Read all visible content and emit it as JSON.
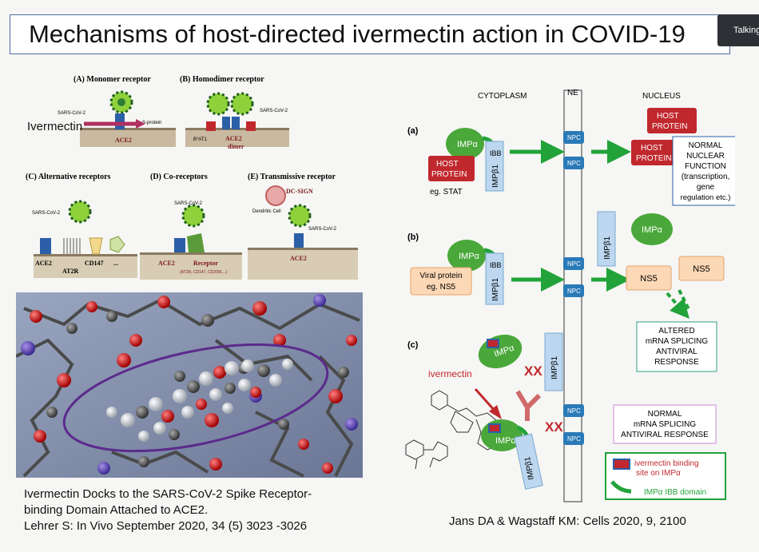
{
  "title": "Mechanisms of host-directed ivermectin action in COVID-19",
  "overlay_label": "Talking",
  "left_figure": {
    "panel_a_title": "(A)  Monomer receptor",
    "panel_b_title": "(B)  Homodimer receptor",
    "panel_c_title": "(C)  Alternative receptors",
    "panel_d_title": "(D)  Co-receptors",
    "panel_e_title": "(E)  Transmissive receptor",
    "sars_label": "SARS-CoV-2",
    "s_protein": "S-protein",
    "ivermectin_label": "Ivermectin",
    "ace2": "ACE2",
    "ace2_dimer": "dimer",
    "b0at1": "B⁰AT1",
    "at2r": "AT2R",
    "cd147": "CD147",
    "dots": "...",
    "receptor": "Receptor",
    "receptor_sub": "(AT2R, CD147, CD209L...)",
    "dc_sign": "DC-SIGN",
    "dendritic": "Dendritic Cell"
  },
  "left_caption": [
    "Ivermectin Docks to the SARS-CoV-2 Spike Receptor-",
    "binding Domain Attached to ACE2.",
    "Lehrer S: In Vivo  September 2020,  34  (5) 3023 -3026"
  ],
  "right_figure": {
    "cytoplasm": "CYTOPLASM",
    "ne": "NE",
    "nucleus": "NUCLEUS",
    "label_a": "(a)",
    "label_b": "(b)",
    "label_c": "(c)",
    "impa": "IMPα",
    "impb1": "IMPβ1",
    "ibb": "IBB",
    "npc": "NPC",
    "host_protein_1": "HOST",
    "host_protein_2": "PROTEIN",
    "eg_stat": "eg. STAT",
    "normal_nuclear": [
      "NORMAL",
      "NUCLEAR",
      "FUNCTION",
      "(transcription,",
      "gene",
      "regulation etc.)"
    ],
    "viral_protein_1": "Viral protein",
    "viral_protein_2": "eg. NS5",
    "ns5": "NS5",
    "altered": [
      "ALTERED",
      "mRNA SPLICING",
      "ANTIVIRAL",
      "RESPONSE"
    ],
    "ivermectin": "ivermectin",
    "xx": "XX",
    "normal_splicing": [
      "NORMAL",
      "mRNA SPLICING",
      "ANTIVIRAL RESPONSE"
    ],
    "legend_binding_1": "ivermectin binding",
    "legend_binding_2": "site on IMPα",
    "legend_ibb": "IMPα IBB domain"
  },
  "right_caption": "Jans DA & Wagstaff KM: Cells 2020, 9, 2100",
  "colors": {
    "green": "#22a33a",
    "red_box": "#c0282d",
    "impb_blue": "#bcd7ef",
    "npc_blue": "#2a7ab8",
    "orange_box": "#fcd8b6",
    "molecule_bg": "#7d8aa6",
    "ellipse": "#5b2a8c"
  }
}
